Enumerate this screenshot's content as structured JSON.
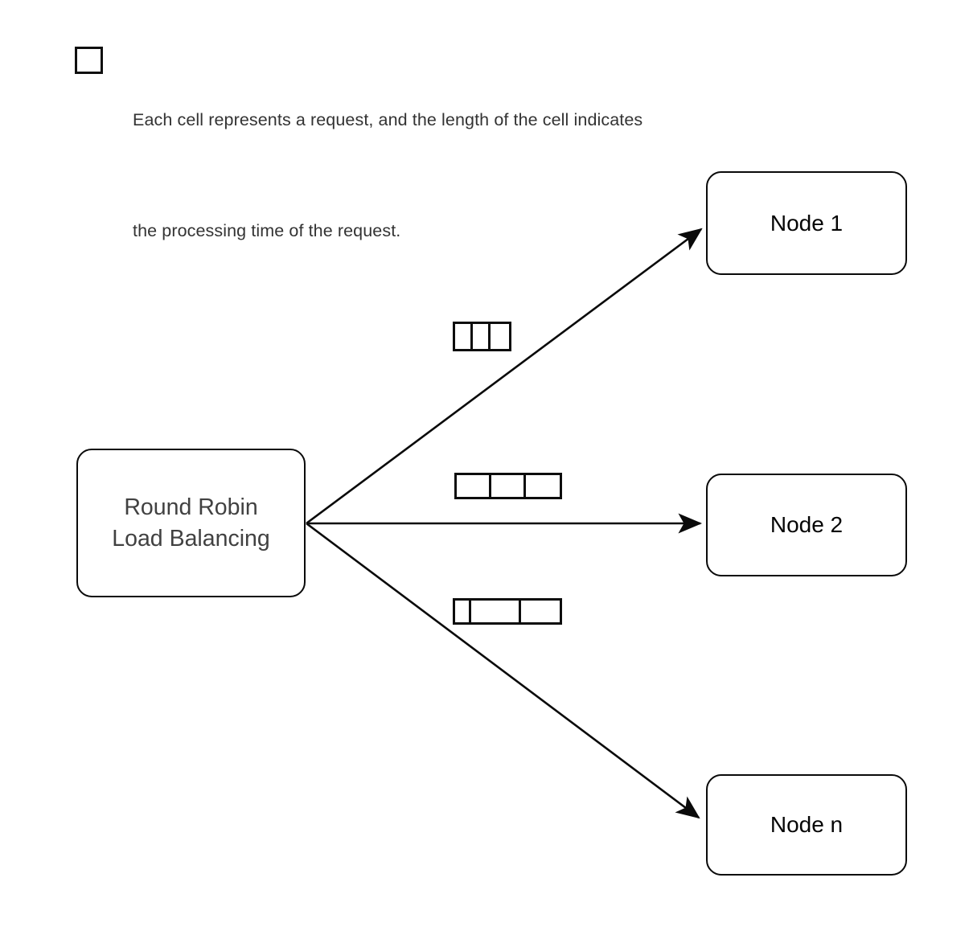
{
  "legend": {
    "swatch_icon": "square-outline-icon",
    "caption_lines": [
      "Each cell represents a request, and the length of the cell indicates",
      "the processing time of the request."
    ],
    "caption_text": "Each cell represents a request, and the length of the cell indicates the processing time of the request."
  },
  "diagram": {
    "type": "flow-diagram",
    "title": "Round Robin Load Balancing",
    "source_node": {
      "id": "round-robin-load-balancer",
      "label": "Round Robin\nLoad Balancing",
      "text_color": "#414141",
      "border_color": "#0a0a0a",
      "fill_color": "#ffffff"
    },
    "target_nodes": [
      {
        "id": "node-1",
        "label": "Node 1",
        "text_color": "#050505"
      },
      {
        "id": "node-2",
        "label": "Node 2",
        "text_color": "#050505"
      },
      {
        "id": "node-n",
        "label": "Node n",
        "text_color": "#050505"
      }
    ],
    "edges": [
      {
        "from": "round-robin-load-balancer",
        "to": "node-1",
        "arrow": "single",
        "color": "#0a0a0a"
      },
      {
        "from": "round-robin-load-balancer",
        "to": "node-2",
        "arrow": "single",
        "color": "#0a0a0a"
      },
      {
        "from": "round-robin-load-balancer",
        "to": "node-n",
        "arrow": "single",
        "color": "#0a0a0a"
      }
    ],
    "request_queues": [
      {
        "id": "queue-to-node-1",
        "edge": "node-1",
        "cell_count": 3,
        "cell_widths": [
          22,
          22,
          22
        ],
        "total_width": 67
      },
      {
        "id": "queue-to-node-2",
        "edge": "node-2",
        "cell_count": 3,
        "cell_widths": [
          43,
          43,
          43
        ],
        "total_width": 128
      },
      {
        "id": "queue-to-node-n",
        "edge": "node-n",
        "cell_count": 3,
        "cell_widths": [
          20,
          62,
          48
        ],
        "total_width": 130
      }
    ]
  },
  "colors": {
    "background": "#ffffff",
    "stroke": "#0a0a0a",
    "caption_text": "#333333",
    "source_text": "#414141",
    "node_text": "#050505"
  }
}
